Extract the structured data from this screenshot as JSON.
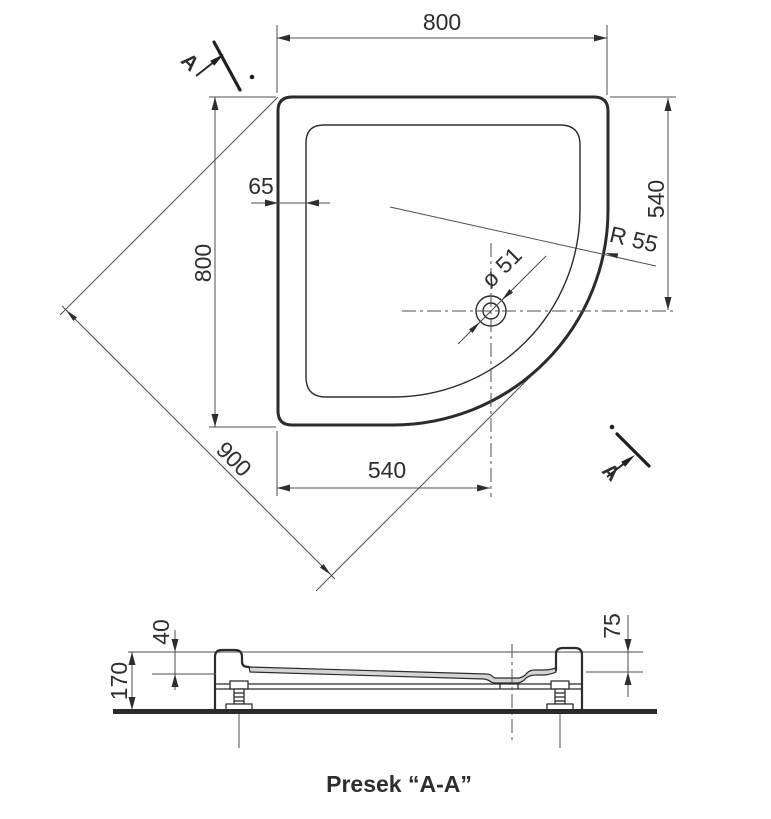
{
  "drawing": {
    "colors": {
      "line": "#2b2b2b",
      "dim_line": "#4f4f4f",
      "text": "#2e2e2e",
      "basin_fill": "#d4d4d4"
    },
    "plan": {
      "dim_width_top": "800",
      "dim_height_left": "800",
      "dim_diagonal": "900",
      "dim_center_from_top": "540",
      "dim_center_from_left": "540",
      "dim_rim_width": "65",
      "dim_corner_radius": "R 55",
      "dim_drain_diameter": "ø 51",
      "section_mark_label": "A"
    },
    "section": {
      "dim_total_height": "170",
      "dim_rim_depth": "40",
      "dim_frame_depth": "75",
      "caption": "Presek “A-A”"
    }
  }
}
